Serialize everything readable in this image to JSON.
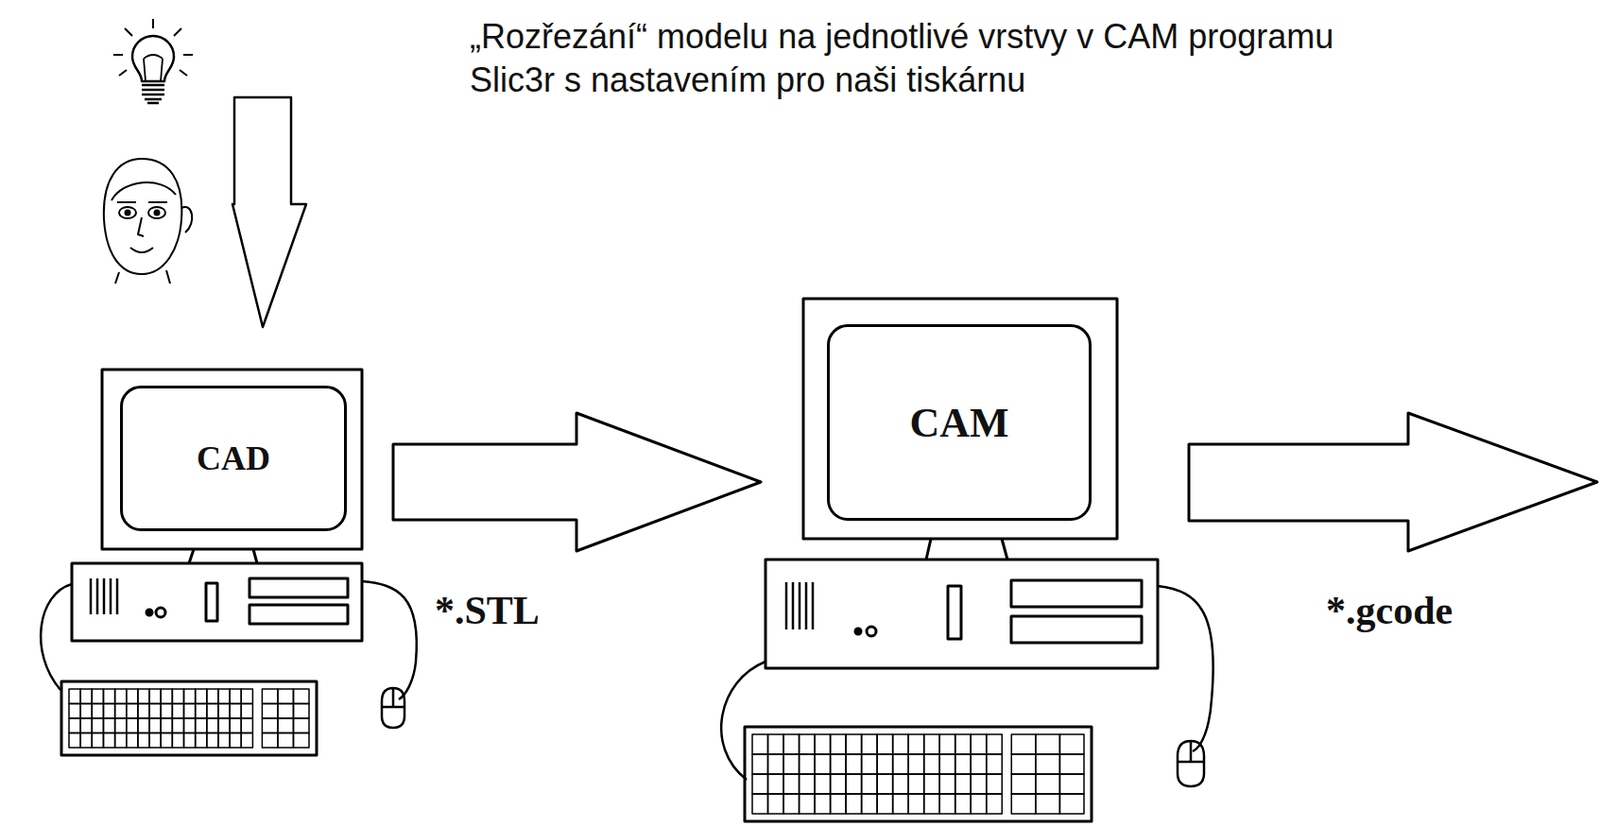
{
  "diagram": {
    "nodes": [
      {
        "text": [
          "CAD"
        ]
      },
      {
        "text": [
          "CAM"
        ]
      }
    ],
    "edges": [
      {
        "from": 0,
        "to": 1,
        "arrow": "to",
        "label": "*.STL"
      }
    ],
    "labels": [
      "„Rozřezání“ modelu na jednotlivé vrstvy v CAM programu Slic3r s nastavením pro naši tiskárnu",
      "*.gcode"
    ]
  }
}
